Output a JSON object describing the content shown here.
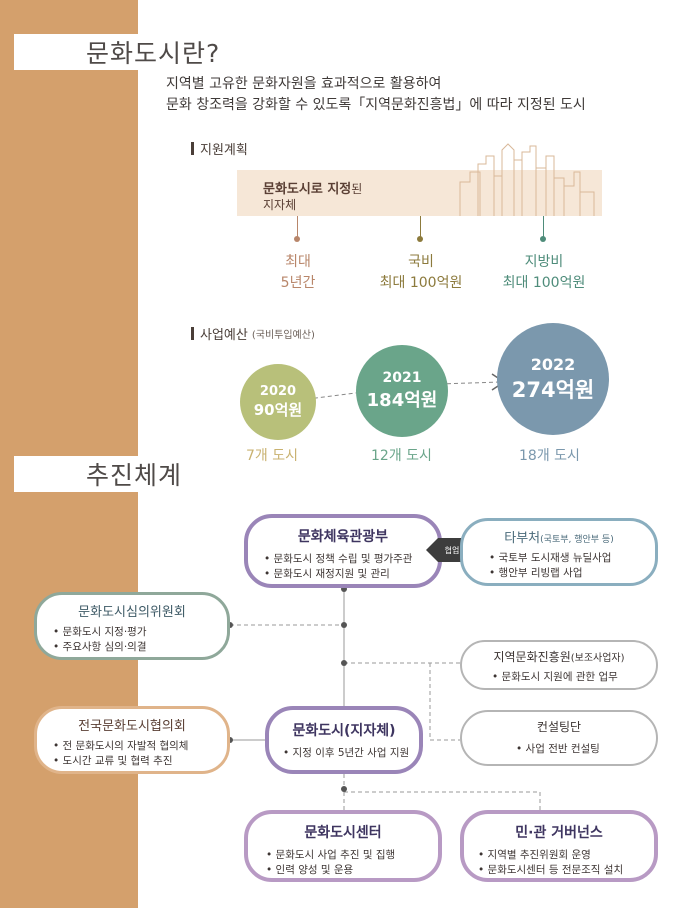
{
  "section1": {
    "title": "문화도시란?",
    "intro_line1": "지역별 고유한 문화자원을 효과적으로 활용하여",
    "intro_line2": "문화 창조력을 강화할 수 있도록「지역문화진흥법」에 따라 지정된 도시"
  },
  "support": {
    "heading": "지원계획",
    "band_main": "문화도시로 지정",
    "band_main_suffix": "된",
    "band_sub": "지자체",
    "items": [
      {
        "line1": "최대",
        "line2": "5년간",
        "color": "#b8866a"
      },
      {
        "line1": "국비",
        "line2": "최대 100억원",
        "color": "#8c7a3c"
      },
      {
        "line1": "지방비",
        "line2": "최대 100억원",
        "color": "#4e8c7a"
      }
    ]
  },
  "budget": {
    "heading": "사업예산",
    "heading_note": "(국비투입예산)",
    "years": [
      {
        "year": "2020",
        "amount": "90억원",
        "cities": "7개 도시",
        "color": "#b8c07a"
      },
      {
        "year": "2021",
        "amount": "184억원",
        "cities": "12개 도시",
        "color": "#6aa58a"
      },
      {
        "year": "2022",
        "amount": "274억원",
        "cities": "18개 도시",
        "color": "#7b98ad"
      }
    ]
  },
  "section2": {
    "title": "추진체계"
  },
  "org": {
    "ministry": {
      "title": "문화체육관광부",
      "items": [
        "문화도시 정책 수립 및 평가주관",
        "문화도시 재정지원 및 관리"
      ]
    },
    "cooperation": "협업",
    "other_ministries": {
      "title": "타부처",
      "title_note": "(국토부, 행안부 등)",
      "items": [
        "국토부 도시재생 뉴딜사업",
        "행안부 리빙랩 사업"
      ]
    },
    "committee": {
      "title": "문화도시심의위원회",
      "items": [
        "문화도시 지정·평가",
        "주요사항 심의·의결"
      ]
    },
    "kcpa": {
      "title": "지역문화진흥원",
      "title_note": "(보조사업자)",
      "items": [
        "문화도시 지원에 관한 업무"
      ]
    },
    "council": {
      "title": "전국문화도시협의회",
      "items": [
        "전 문화도시의 자발적 협의체",
        "도시간 교류 및 협력 추진"
      ]
    },
    "city": {
      "title": "문화도시(지자체)",
      "items": [
        "지정 이후 5년간 사업 지원"
      ]
    },
    "consulting": {
      "title": "컨설팅단",
      "items": [
        "사업 전반 컨설팅"
      ]
    },
    "center": {
      "title": "문화도시센터",
      "items": [
        "문화도시 사업 추진 및 집행",
        "인력 양성 및 운용"
      ]
    },
    "governance": {
      "title": "민·관 거버넌스",
      "items": [
        "지역별 추진위원회 운영",
        "문화도시센터 등 전문조직 설치"
      ]
    }
  },
  "colors": {
    "sidebar": "#d4a06c",
    "purple": "#9a85b8",
    "teal": "#8aaebf",
    "green": "#8fa89a",
    "orange": "#e0b48a",
    "gray": "#b5b5b5"
  }
}
